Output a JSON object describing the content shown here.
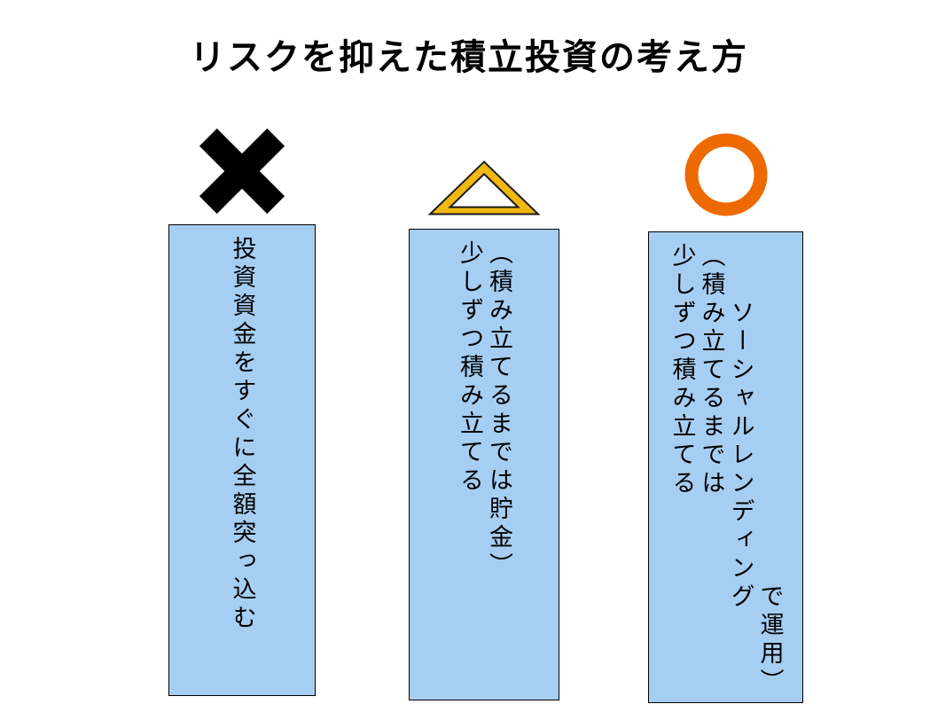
{
  "title": "リスクを抑えた積立投資の考え方",
  "columns": [
    {
      "symbol": "cross-icon",
      "rating": "bad",
      "text": "投資資金をすぐに全額突っ込む"
    },
    {
      "symbol": "triangle-icon",
      "rating": "fair",
      "text": "少しずつ積み立てる\n（積み立てるまでは貯金）"
    },
    {
      "symbol": "circle-icon",
      "rating": "good",
      "text": "少しずつ積み立てる\n（積み立てるまでは\n　　ソーシャルレンディング\n　　　　　　　　　　　　で運用）"
    }
  ],
  "colors": {
    "background": "#FFFFFF",
    "title_text": "#000000",
    "text": "#000000",
    "box_fill": "#A6CEF2",
    "box_border": "#000000",
    "cross": "#000000",
    "triangle": "#F0B810",
    "circle": "#ED6A00"
  }
}
